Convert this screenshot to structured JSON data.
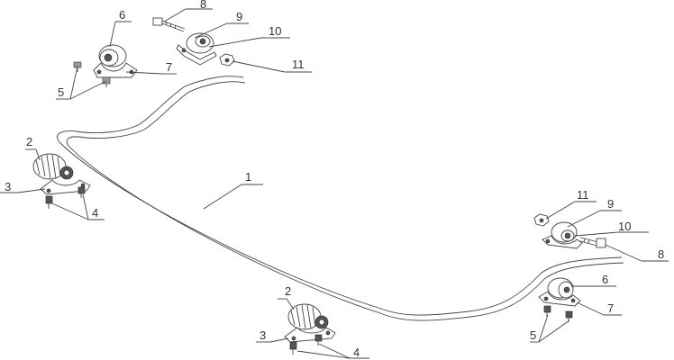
{
  "callouts": {
    "c1": "1",
    "c2a": "2",
    "c2b": "2",
    "c3a": "3",
    "c3b": "3",
    "c4a": "4",
    "c4b": "4",
    "c5a": "5",
    "c5b": "5",
    "c6a": "6",
    "c6b": "6",
    "c7a": "7",
    "c7b": "7",
    "c8a": "8",
    "c8b": "8",
    "c9a": "9",
    "c9b": "9",
    "c10a": "10",
    "c10b": "10",
    "c11a": "11",
    "c11b": "11"
  }
}
